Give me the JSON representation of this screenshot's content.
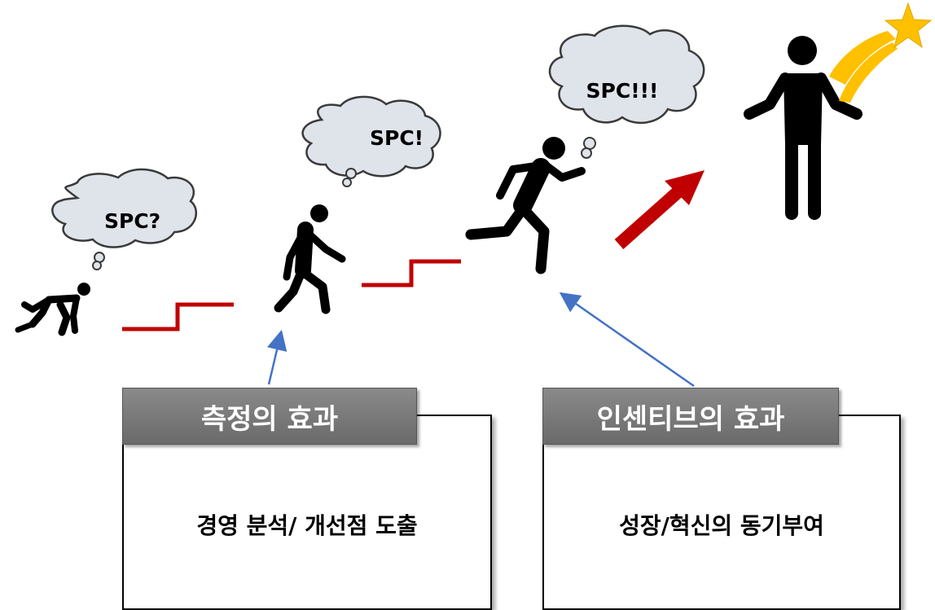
{
  "bubbles": [
    {
      "text": "SPC?"
    },
    {
      "text": "SPC!"
    },
    {
      "text": "SPC!!!"
    }
  ],
  "boxes": [
    {
      "title": "측정의 효과",
      "body": "경영 분석/ 개선점 도출"
    },
    {
      "title": "인센티브의 효과",
      "body": "성장/혁신의 동기부여"
    }
  ],
  "colors": {
    "step_line": "#c00000",
    "big_arrow": "#c00000",
    "blue_arrow": "#4472c4",
    "cloud_fill": "#dfe3ea",
    "star": "#ffc000",
    "figure": "#000000"
  },
  "icons": [
    "crouching-person-icon",
    "walking-person-icon",
    "running-person-icon",
    "standing-person-icon",
    "shooting-star-icon"
  ]
}
